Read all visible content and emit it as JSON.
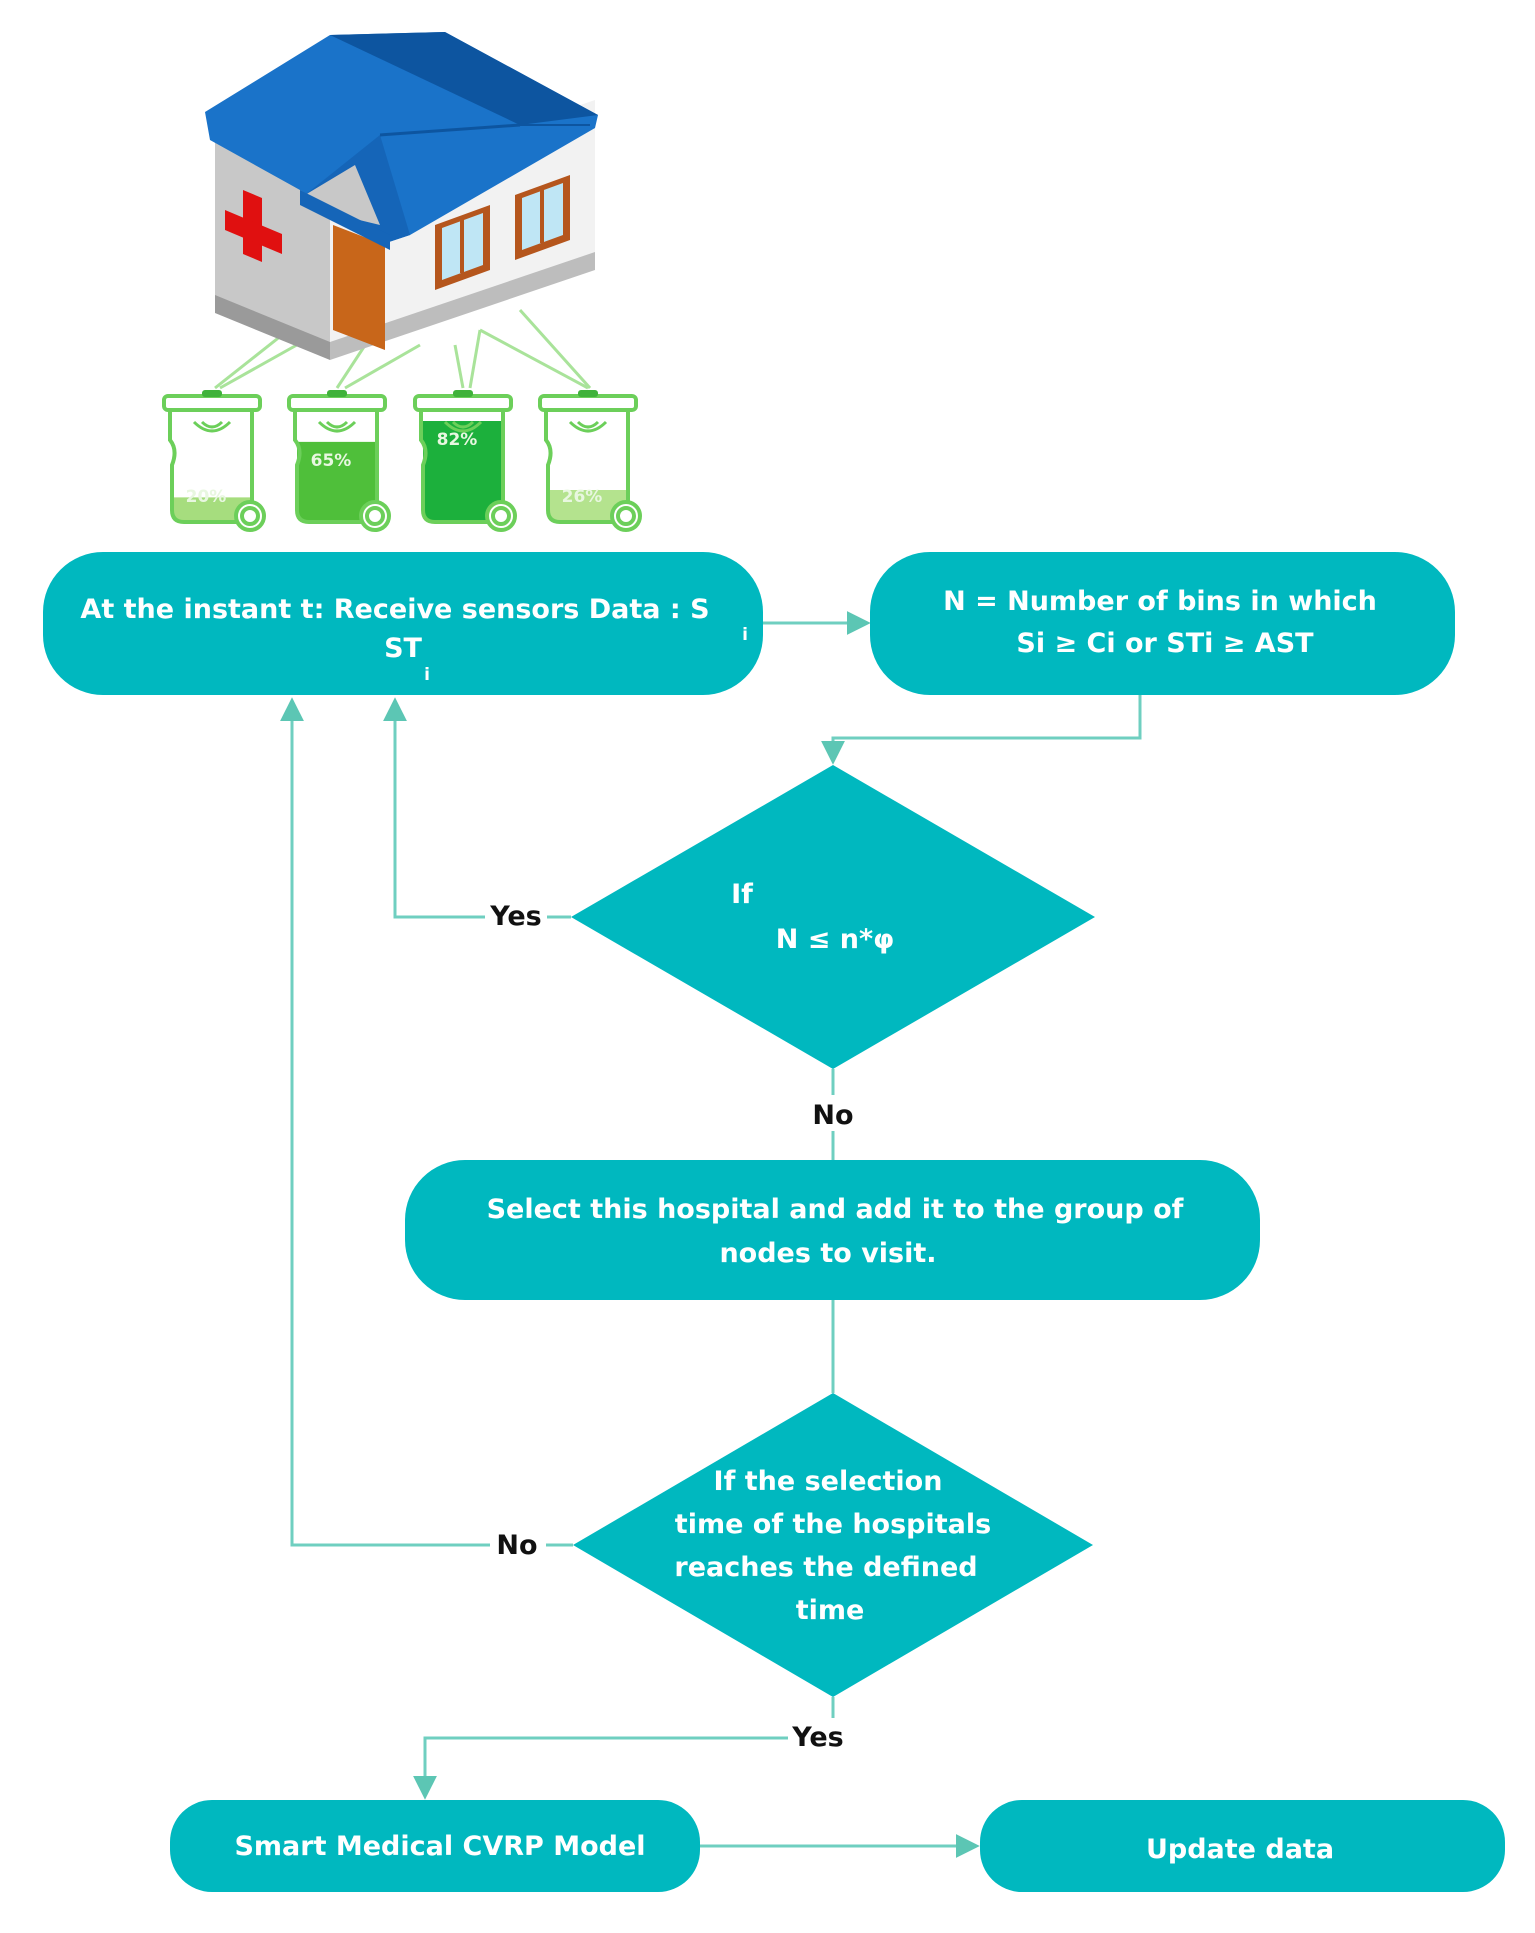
{
  "colors": {
    "node_fill": "#00b8bf",
    "connector": "#6fcfc0",
    "arrow_head": "#5cc6b4",
    "label_text": "#111111",
    "node_text": "#ffffff",
    "roof": "#1a73c9",
    "roof_dark": "#0d55a0",
    "wall_left": "#c8c8c8",
    "wall_right": "#f2f2f2",
    "cross": "#e01010",
    "door": "#c8661a",
    "window_frame": "#b5561d",
    "window_glass": "#bfe6f5",
    "bin_outline": "#6ccf5a",
    "sensor_link": "#a9e39a"
  },
  "illustration": {
    "name": "hospital-with-smart-bins",
    "bins": [
      {
        "fill_level": "20%",
        "fill_color": "#a6dd7e"
      },
      {
        "fill_level": "65%",
        "fill_color": "#4fbf3a"
      },
      {
        "fill_level": "82%",
        "fill_color": "#1cb03c"
      },
      {
        "fill_level": "26%",
        "fill_color": "#b4e38e"
      }
    ]
  },
  "nodes": {
    "receive": {
      "line1": "At the instant t: Receive  sensors Data : S",
      "line1_sub": "i",
      "line2": "ST",
      "line2_sub": "i"
    },
    "count": {
      "line1": "N = Number of bins in which",
      "line2": "Si ≥ Ci or STi ≥ AST"
    },
    "decision1": {
      "line1": "If",
      "line2": "N ≤ n*φ"
    },
    "select": {
      "line1": "Select this hospital and add it to the group of",
      "line2": "nodes to visit."
    },
    "decision2": {
      "lines": [
        "If the selection",
        "time of the hospitals",
        "reaches the defined",
        "time"
      ]
    },
    "model": {
      "label": "Smart Medical CVRP Model"
    },
    "update": {
      "label": "Update data"
    }
  },
  "edge_labels": {
    "d1_yes": "Yes",
    "d1_no": "No",
    "d2_no": "No",
    "d2_yes": "Yes"
  }
}
